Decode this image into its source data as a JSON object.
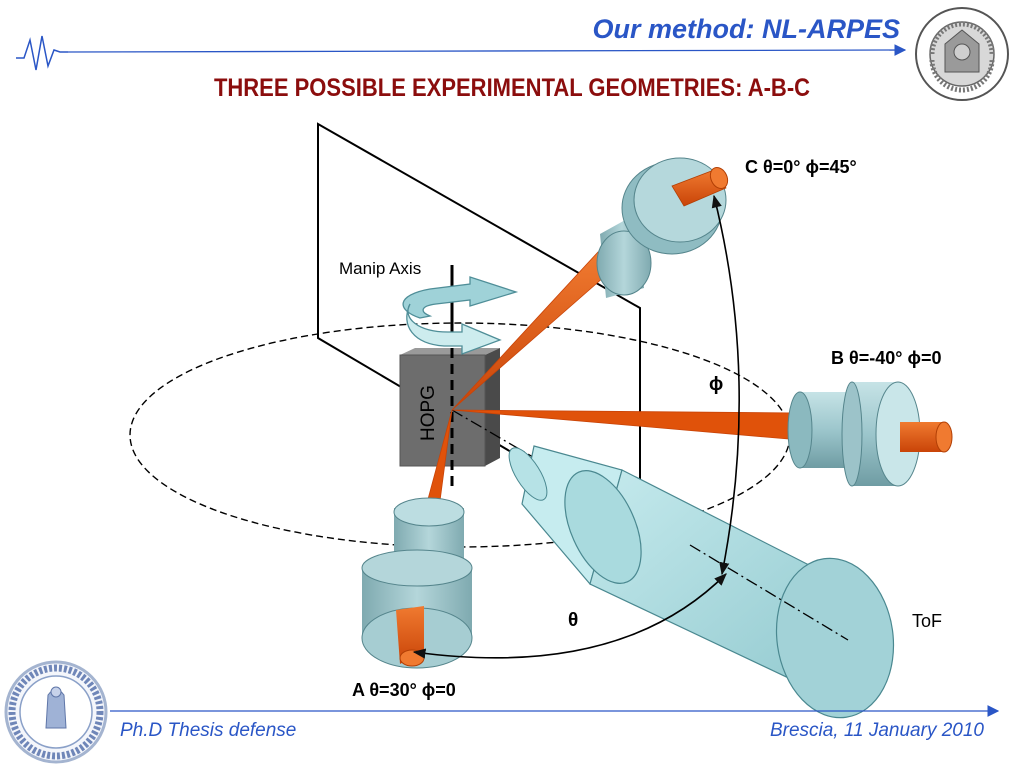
{
  "header": {
    "title": "Our method: NL-ARPES"
  },
  "slide": {
    "title": "THREE POSSIBLE EXPERIMENTAL GEOMETRIES: A-B-C"
  },
  "diagram": {
    "manip_axis": "Manip Axis",
    "sample": "HOPG",
    "geometry_a": "A θ=30° ϕ=0",
    "geometry_b": "B θ=-40° ϕ=0",
    "geometry_c": "C θ=0° ϕ=45°",
    "phi": "ϕ",
    "theta": "θ",
    "detector": "ToF"
  },
  "footer": {
    "left": "Ph.D Thesis defense",
    "right": "Brescia, 11 January 2010"
  },
  "colors": {
    "accent_blue": "#2a56c6",
    "title_red": "#8b0d0d",
    "beam_orange": "#e0520a",
    "lens_body": "#9cc3c9",
    "tof_body": "#a8d8dc"
  }
}
